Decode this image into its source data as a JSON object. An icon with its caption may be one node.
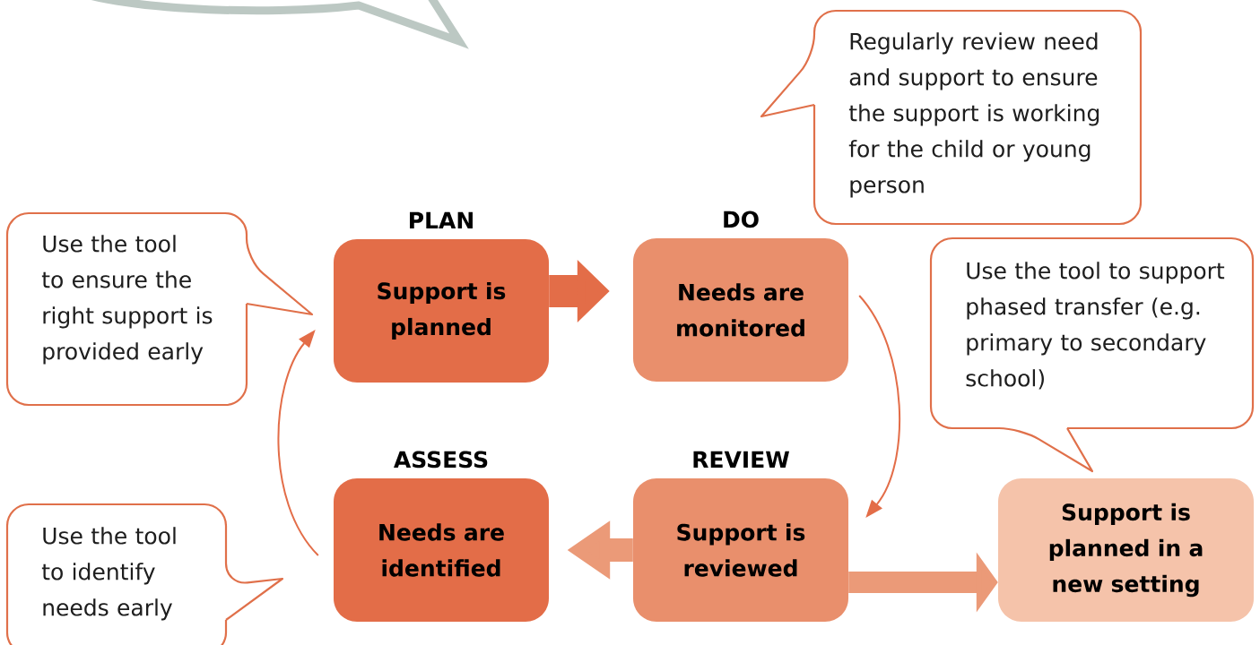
{
  "diagram": {
    "nodes": [
      {
        "text": [
          "Regularly review need and support to ensure the support is working for the child or young person"
        ]
      },
      {
        "text": [
          "Use the tool to ensure the right support is provided early"
        ]
      },
      {
        "text": [
          "PLAN",
          "Support is planned"
        ]
      },
      {
        "text": [
          "DO",
          "Needs are monitored"
        ]
      },
      {
        "text": [
          "Use the tool to support phased transfer (e.g. primary to secondary school)"
        ]
      },
      {
        "text": [
          "ASSESS",
          "Needs are identified"
        ]
      },
      {
        "text": [
          "REVIEW",
          "Support is reviewed"
        ]
      },
      {
        "text": [
          "Support is planned in a new setting"
        ]
      },
      {
        "text": [
          "Use the tool to identify needs early"
        ]
      }
    ],
    "edges": [
      {
        "from": 2,
        "to": 3,
        "arrow": "to",
        "color": "#e36d48"
      },
      {
        "from": 3,
        "to": 6,
        "arrow": "to",
        "color": "#e36d48"
      },
      {
        "from": 6,
        "to": 5,
        "arrow": "to",
        "color": "#eb9a78"
      },
      {
        "from": 5,
        "to": 2,
        "arrow": "to",
        "color": "#e36d48"
      },
      {
        "from": 6,
        "to": 7,
        "arrow": "to",
        "color": "#eb9a78"
      }
    ]
  }
}
